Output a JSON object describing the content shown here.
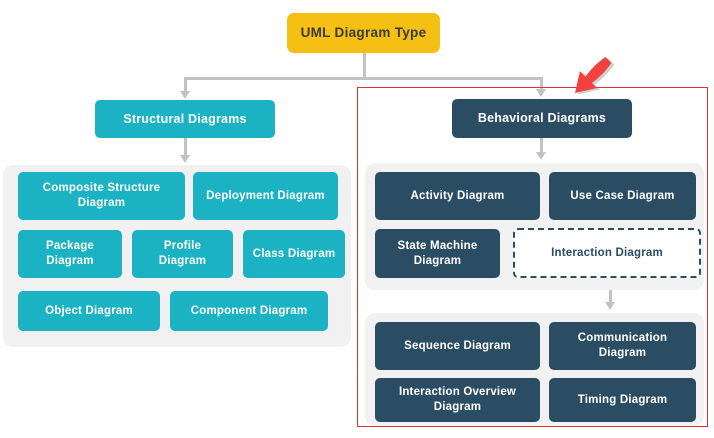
{
  "diagram": {
    "title": "UML Diagram Type",
    "root": {
      "label": "UML Diagram Type"
    },
    "structural": {
      "label": "Structural Diagrams",
      "children": [
        "Composite Structure Diagram",
        "Deployment Diagram",
        "Package Diagram",
        "Profile Diagram",
        "Class Diagram",
        "Object Diagram",
        "Component Diagram"
      ]
    },
    "behavioral": {
      "label": "Behavioral Diagrams",
      "children": [
        "Activity Diagram",
        "Use Case Diagram",
        "State Machine Diagram",
        "Interaction Diagram"
      ],
      "interaction_children": [
        "Sequence Diagram",
        "Communication Diagram",
        "Interaction Overview Diagram",
        "Timing Diagram"
      ]
    },
    "colors": {
      "root_fill": "#F5C013",
      "root_text": "#3B3B3A",
      "structural_fill": "#1BB3C3",
      "behavioral_fill": "#2A4D63",
      "panel_fill": "#F1F1F1",
      "connector": "#C2C2C2",
      "highlight_frame": "#DB332F",
      "annotation_arrow": "#F4403E",
      "node_text": "#FFFFFF"
    }
  }
}
